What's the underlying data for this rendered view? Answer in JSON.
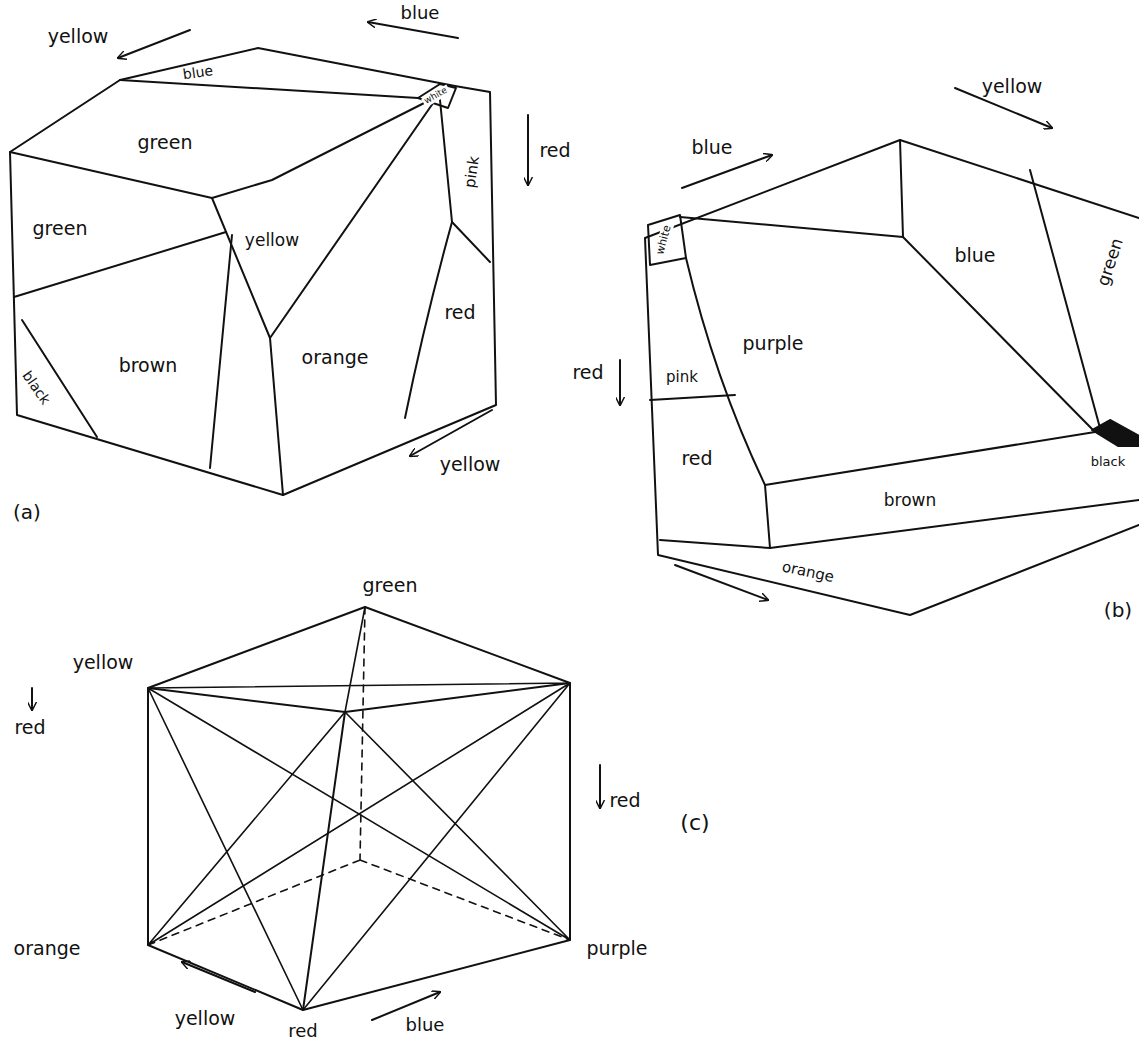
{
  "diagram": {
    "labels": [
      "yellow",
      "blue",
      "blue",
      "white",
      "green",
      "red",
      "green",
      "yellow",
      "pink",
      "red",
      "black",
      "brown",
      "orange",
      "yellow",
      "(a)",
      "blue",
      "yellow",
      "blue",
      "green",
      "white",
      "red",
      "purple",
      "pink",
      "red",
      "black",
      "brown",
      "orange",
      "(b)",
      "green",
      "yellow",
      "red",
      "red",
      "(c)",
      "orange",
      "purple",
      "yellow",
      "red",
      "blue"
    ]
  }
}
